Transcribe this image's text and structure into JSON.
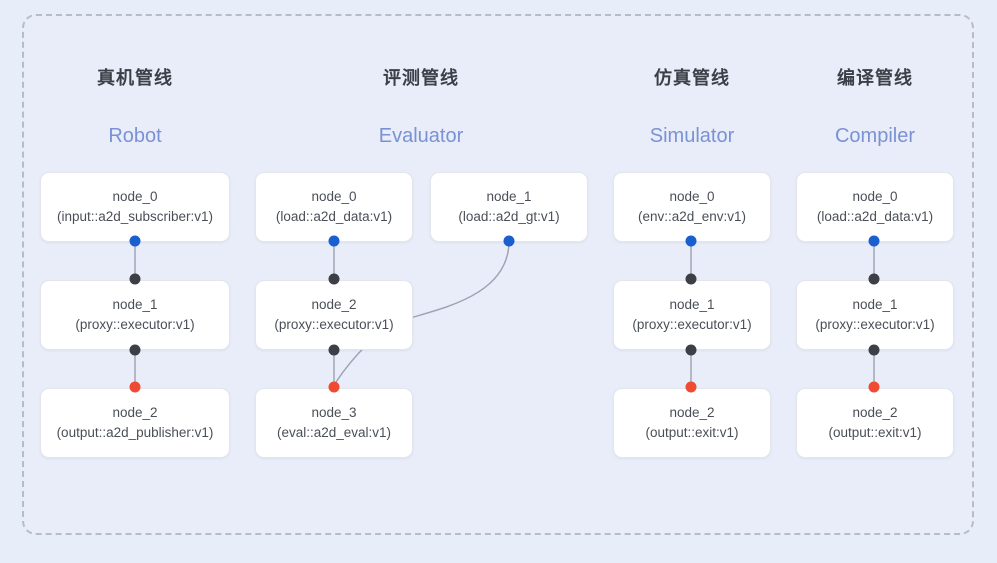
{
  "diagram": {
    "background_color": "#e7edf9",
    "frame_border_color": "#b6bcc9",
    "port_colors": {
      "input": "#1a5fd0",
      "intermediate": "#3c3f45",
      "output": "#f04a32"
    },
    "edge_color": "#9aa1b0"
  },
  "columns": [
    {
      "title_cn": "真机管线",
      "title_en": "Robot",
      "nodes": [
        {
          "id": "node_0",
          "type": "(input::a2d_subscriber:v1)"
        },
        {
          "id": "node_1",
          "type": "(proxy::executor:v1)"
        },
        {
          "id": "node_2",
          "type": "(output::a2d_publisher:v1)"
        }
      ]
    },
    {
      "title_cn": "评测管线",
      "title_en": "Evaluator",
      "nodes": [
        {
          "id": "node_0",
          "type": "(load::a2d_data:v1)"
        },
        {
          "id": "node_2",
          "type": "(proxy::executor:v1)"
        },
        {
          "id": "node_3",
          "type": "(eval::a2d_eval:v1)"
        },
        {
          "id": "node_1",
          "type": "(load::a2d_gt:v1)"
        }
      ]
    },
    {
      "title_cn": "仿真管线",
      "title_en": "Simulator",
      "nodes": [
        {
          "id": "node_0",
          "type": "(env::a2d_env:v1)"
        },
        {
          "id": "node_1",
          "type": "(proxy::executor:v1)"
        },
        {
          "id": "node_2",
          "type": "(output::exit:v1)"
        }
      ]
    },
    {
      "title_cn": "编译管线",
      "title_en": "Compiler",
      "nodes": [
        {
          "id": "node_0",
          "type": "(load::a2d_data:v1)"
        },
        {
          "id": "node_1",
          "type": "(proxy::executor:v1)"
        },
        {
          "id": "node_2",
          "type": "(output::exit:v1)"
        }
      ]
    }
  ]
}
